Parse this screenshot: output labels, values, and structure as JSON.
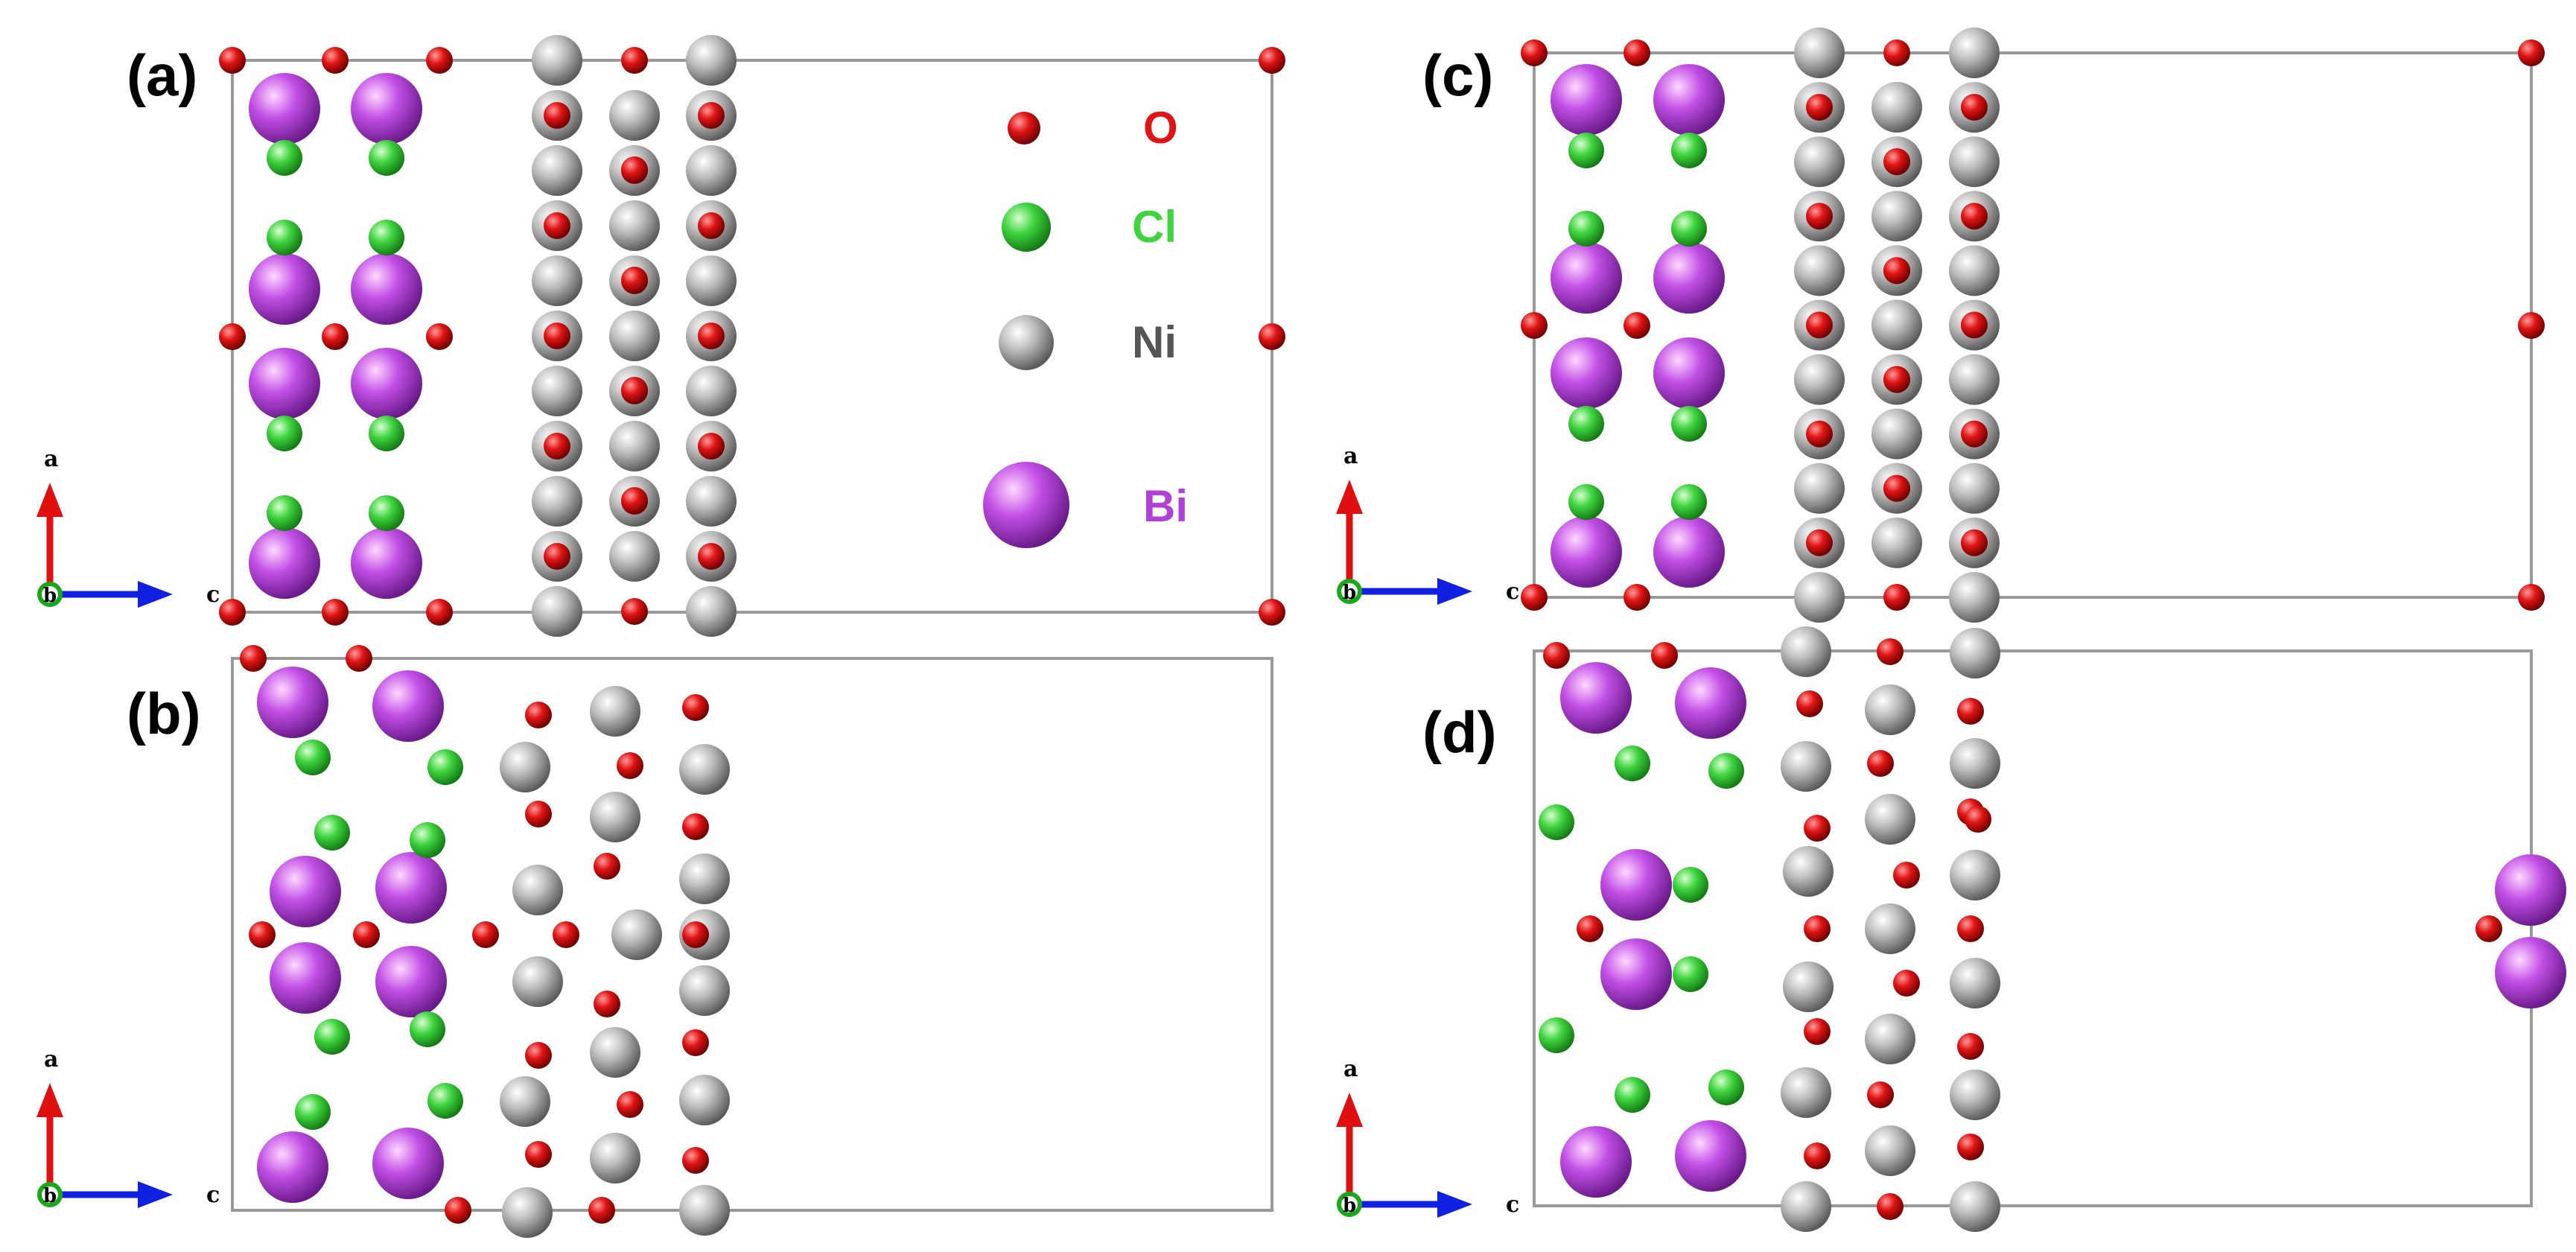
{
  "colors": {
    "O": "#e01414",
    "Cl": "#3fd43f",
    "Ni": "#a8a8a8",
    "Bi": "#b040d8",
    "a_axis": "#e01010",
    "c_axis": "#1020e0",
    "b_axis": "#1aa81a",
    "cell_border": "#999999"
  },
  "legend": [
    {
      "element": "O",
      "label": "O"
    },
    {
      "element": "Cl",
      "label": "Cl"
    },
    {
      "element": "Ni",
      "label": "Ni"
    },
    {
      "element": "Bi",
      "label": "Bi"
    }
  ],
  "axis_labels": {
    "a": "a",
    "b": "b",
    "c": "c"
  },
  "panels": [
    {
      "id": "a",
      "label": "(a)"
    },
    {
      "id": "b",
      "label": "(b)"
    },
    {
      "id": "c",
      "label": "(c)"
    },
    {
      "id": "d",
      "label": "(d)"
    }
  ]
}
